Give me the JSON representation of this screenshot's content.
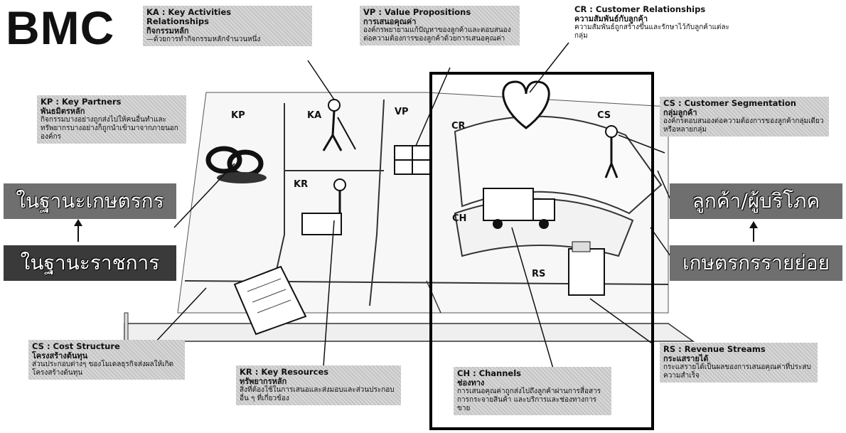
{
  "title": "BMC",
  "callouts": {
    "ka": {
      "h1": "KA : Key Activities",
      "h1b": "Relationships",
      "h2": "กิจกรรมหลัก",
      "body": "—ด้วยการทำกิจกรรมหลักจำนวนหนึ่ง"
    },
    "vp": {
      "h1": "VP : Value Propositions",
      "h2": "การเสนอคุณค่า",
      "body": "องค์กรพยายามแก้ปัญหาของลูกค้าและตอบสนองต่อความต้องการของลูกค้าด้วยการเสนอคุณค่า"
    },
    "cr": {
      "h1": "CR : Customer Relationships",
      "h2": "ความสัมพันธ์กับลูกค้า",
      "body": "ความสัมพันธ์ถูกสร้างขึ้นและรักษาไว้กับลูกค้าแต่ละกลุ่ม"
    },
    "kp": {
      "h1": "KP : Key Partners",
      "h2": "พันธมิตรหลัก",
      "body": "กิจกรรมบางอย่างถูกส่งไปให้คนอื่นทำและทรัพยากรบางอย่างก็ถูกนำเข้ามาจากภายนอกองค์กร"
    },
    "cs_seg": {
      "h1": "CS : Customer Segmentation",
      "h2": "กลุ่มลูกค้า",
      "body": "องค์กรตอบสนองต่อความต้องการของลูกค้ากลุ่มเดียวหรือหลายกลุ่ม"
    },
    "cs_cost": {
      "h1": "CS : Cost Structure",
      "h2": "โครงสร้างต้นทุน",
      "body": "ส่วนประกอบต่างๆ ของโมเดลธุรกิจส่งผลให้เกิดโครงสร้างต้นทุน"
    },
    "kr": {
      "h1": "KR : Key Resources",
      "h2": "ทรัพยากรหลัก",
      "body": "สิ่งที่ต้องใช้ในการเสนอและส่งมอบและส่วนประกอบอื่น ๆ ที่เกี่ยวข้อง"
    },
    "ch": {
      "h1": "CH : Channels",
      "h2": "ช่องทาง",
      "body": "การเสนอคุณค่าถูกส่งไปถึงลูกค้าผ่านการสื่อสาร การกระจายสินค้า และบริการและช่องทางการขาย"
    },
    "rs": {
      "h1": "RS : Revenue Streams",
      "h2": "กระแสรายได้",
      "body": "กระแสรายได้เป็นผลของการเสนอคุณค่าที่ประสบความสำเร็จ"
    }
  },
  "box_labels": {
    "kp": "KP",
    "ka": "KA",
    "vp": "VP",
    "cr": "CR",
    "cs": "CS",
    "kr": "KR",
    "ch": "CH",
    "rs": "RS"
  },
  "banners": {
    "left_top": "ในฐานะเกษตรกร",
    "left_bottom": "ในฐานะราชการ",
    "right_top": "ลูกค้า/ผู้บริโภค",
    "right_bottom": "เกษตรกรรายย่อย"
  },
  "colors": {
    "callout_bg": "#cfcfcf",
    "banner_light": "#6f6f6f",
    "banner_dark": "#3a3a3a",
    "frame": "#000000"
  }
}
